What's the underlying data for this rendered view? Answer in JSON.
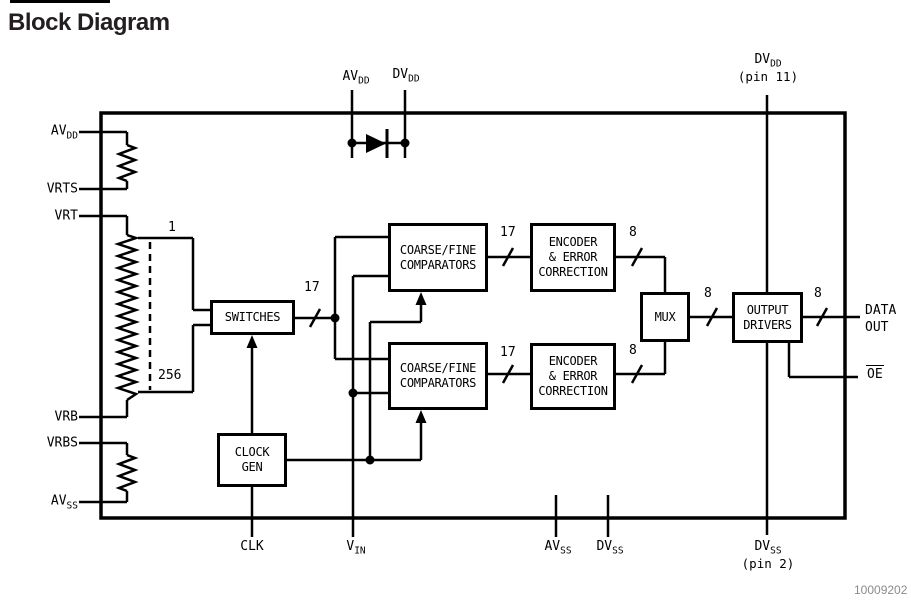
{
  "title": "Block Diagram",
  "doc_number": "10009202",
  "colors": {
    "line": "#000000",
    "title": "#231f20",
    "doc_number": "#8c8c8c"
  },
  "blocks": {
    "switches": {
      "label": "SWITCHES"
    },
    "clock_gen": {
      "line1": "CLOCK",
      "line2": "GEN"
    },
    "comparators_top": {
      "line1": "COARSE/FINE",
      "line2": "COMPARATORS"
    },
    "comparators_bottom": {
      "line1": "COARSE/FINE",
      "line2": "COMPARATORS"
    },
    "encoder_top": {
      "line1": "ENCODER",
      "line2": "& ERROR",
      "line3": "CORRECTION"
    },
    "encoder_bottom": {
      "line1": "ENCODER",
      "line2": "& ERROR",
      "line3": "CORRECTION"
    },
    "mux": {
      "label": "MUX"
    },
    "output_drivers": {
      "line1": "OUTPUT",
      "line2": "DRIVERS"
    }
  },
  "pins": {
    "avdd_left": {
      "base": "AV",
      "sub": "DD"
    },
    "vrts": {
      "base": "VRTS"
    },
    "vrt": {
      "base": "VRT"
    },
    "vrb": {
      "base": "VRB"
    },
    "vrbs": {
      "base": "VRBS"
    },
    "avss_left": {
      "base": "AV",
      "sub": "SS"
    },
    "avdd_top": {
      "base": "AV",
      "sub": "DD"
    },
    "dvdd_top": {
      "base": "DV",
      "sub": "DD"
    },
    "dvdd_pin11": {
      "base": "DV",
      "sub": "DD",
      "note": "(pin 11)"
    },
    "clk": {
      "base": "CLK"
    },
    "vin": {
      "base": "V",
      "sub": "IN"
    },
    "avss_bottom": {
      "base": "AV",
      "sub": "SS"
    },
    "dvss_bottom": {
      "base": "DV",
      "sub": "SS"
    },
    "dvss_pin2": {
      "base": "DV",
      "sub": "SS",
      "note": "(pin 2)"
    },
    "data_out": {
      "line1": "DATA",
      "line2": "OUT"
    },
    "oe": {
      "base": "OE"
    }
  },
  "ladder": {
    "top_tap": "1",
    "bottom_tap": "256"
  },
  "buses": {
    "switches_out": "17",
    "comp_top_out": "17",
    "comp_bottom_out": "17",
    "enc_top_out": "8",
    "enc_bottom_out": "8",
    "mux_out": "8",
    "data_out": "8"
  }
}
